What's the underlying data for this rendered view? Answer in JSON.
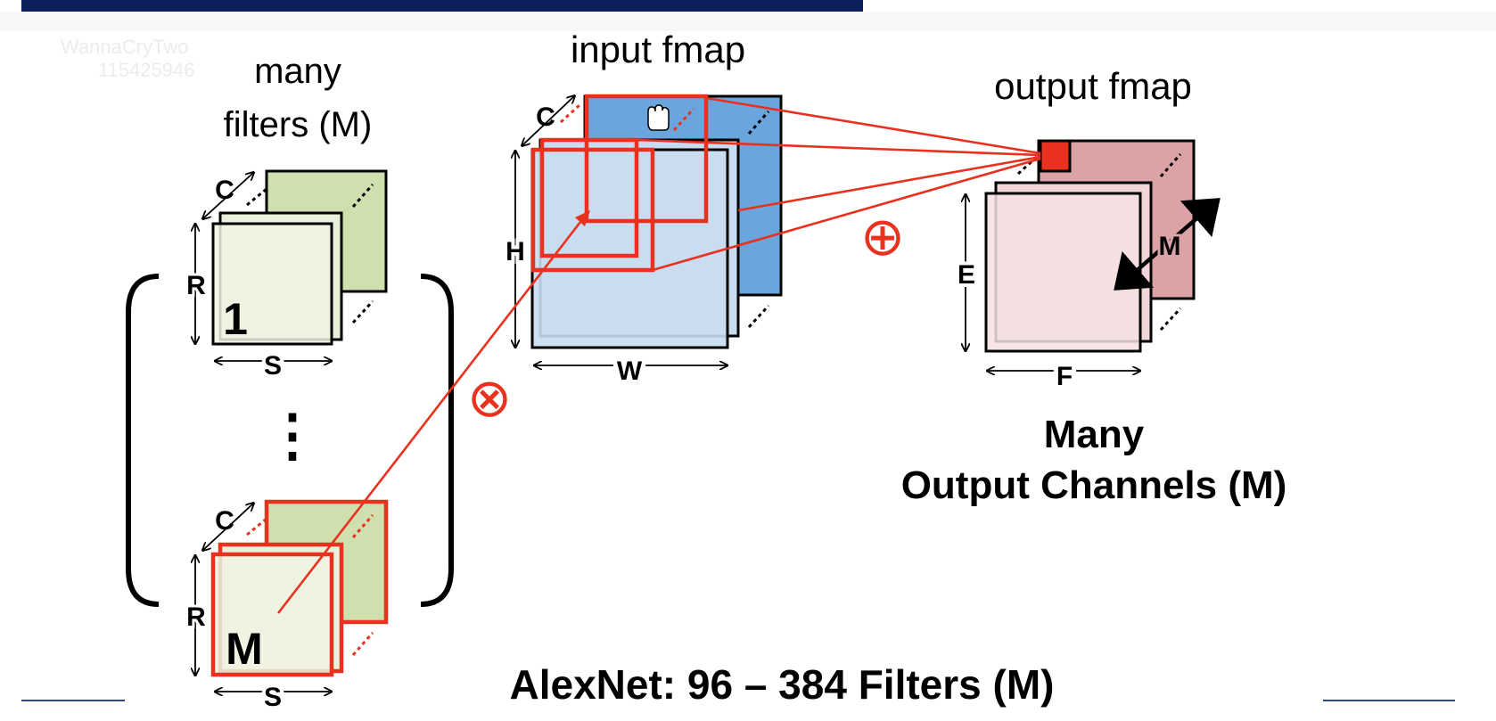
{
  "watermark": {
    "line1": "WannaCryTwo",
    "line2": "115425946"
  },
  "filters": {
    "title_line1": "many",
    "title_line2": "filters (M)",
    "first_dim_c": "C",
    "first_dim_r": "R",
    "first_dim_s": "S",
    "first_label": "1",
    "ellipsis": "⋮",
    "last_dim_c": "C",
    "last_dim_r": "R",
    "last_dim_s": "S",
    "last_label": "M"
  },
  "input_fmap": {
    "title": "input fmap",
    "dim_c": "C",
    "dim_h": "H",
    "dim_w": "W"
  },
  "output_fmap": {
    "title": "output fmap",
    "dim_e": "E",
    "dim_f": "F",
    "dim_m": "M"
  },
  "operators": {
    "multiply": "⊗",
    "add": "⊕"
  },
  "caption": {
    "line1": "Many",
    "line2": "Output Channels (M)"
  },
  "footer": "AlexNet: 96 – 384 Filters (M)",
  "colors": {
    "header_bar": "#0a1f5c",
    "filter_green": "#cfdfae",
    "filter_light": "#eef3e3",
    "input_blue": "#6aa5dd",
    "input_light": "#c9dbf0",
    "output_pink": "#dca3a6",
    "output_light": "#f6e2e3",
    "highlight_red": "#e8321f",
    "footer_rule": "#2a4a8c"
  }
}
